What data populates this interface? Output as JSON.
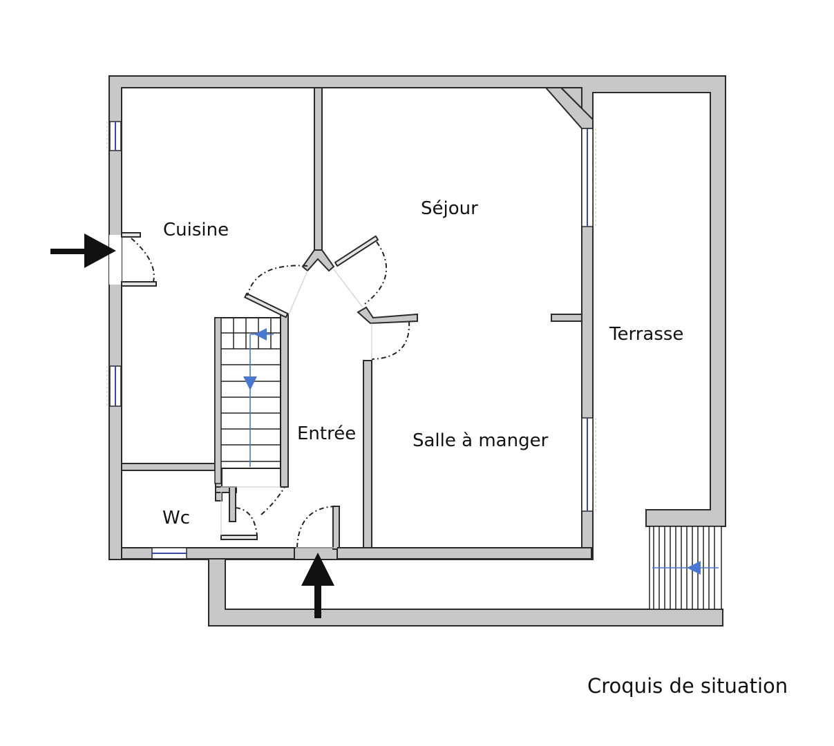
{
  "rooms": {
    "cuisine": "Cuisine",
    "sejour": "Séjour",
    "terrasse": "Terrasse",
    "entree": "Entrée",
    "salle_a_manger": "Salle à manger",
    "wc": "Wc"
  },
  "caption": "Croquis de situation",
  "colors": {
    "wall": "#c8c8c8",
    "outline": "#2a2a2a",
    "window": "#3a46a8",
    "stair_direction": "#4a78d0",
    "entry_arrow": "#111111"
  },
  "icons": {
    "entry_arrow_left": "arrow-right-icon",
    "entry_arrow_bottom": "arrow-up-icon",
    "stair_direction": "arrow-icon"
  }
}
